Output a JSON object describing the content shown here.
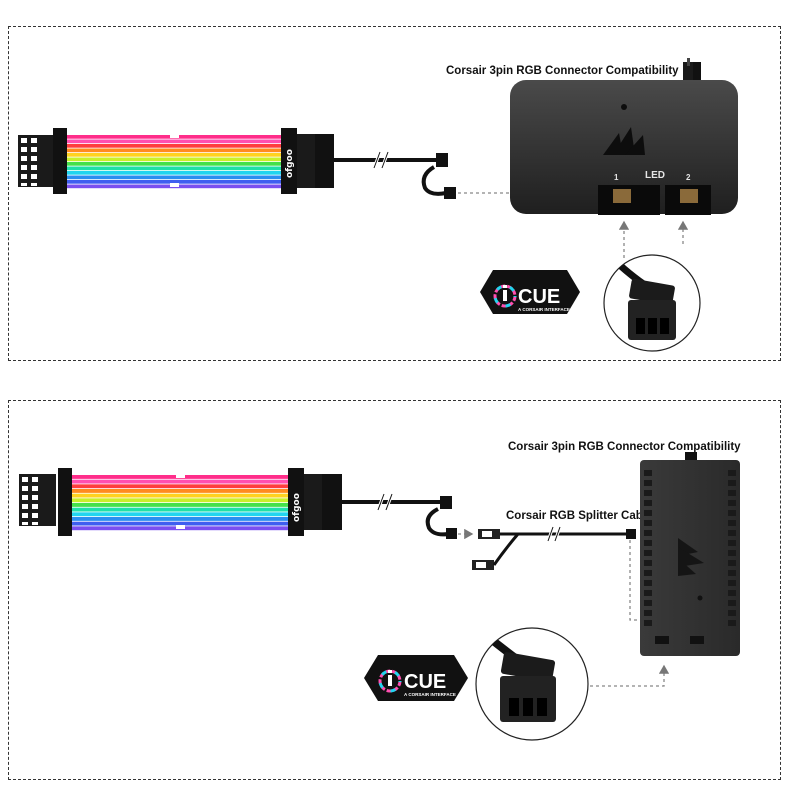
{
  "top": {
    "title": "Corsair 3pin RGB Connector Compatibility",
    "brand": "ofgoo",
    "hub": {
      "led_label": "LED",
      "port1": "1",
      "port2": "2"
    },
    "cue": {
      "word": "CUE",
      "sub": "A CORSAIR INTERFACE"
    }
  },
  "bottom": {
    "title": "Corsair 3pin RGB Connector Compatibility",
    "splitter_label": "Corsair RGB Splitter Cable",
    "brand": "ofgoo",
    "cue": {
      "word": "CUE",
      "sub": "A CORSAIR INTERFACE"
    }
  },
  "colors": {
    "rainbow": [
      "#ff2d8a",
      "#ff4fb0",
      "#ff3d3d",
      "#ff8a1f",
      "#ffd21f",
      "#c9ef2a",
      "#45e04a",
      "#1fe0a8",
      "#21d5ef",
      "#2a8ef0",
      "#3f5ef0",
      "#7a4ff0"
    ],
    "hub": "#2e2e2e",
    "cable": "#111111"
  },
  "icons": [
    "corsair-sail-icon",
    "cue-hexagon-icon",
    "arrow-icon"
  ]
}
